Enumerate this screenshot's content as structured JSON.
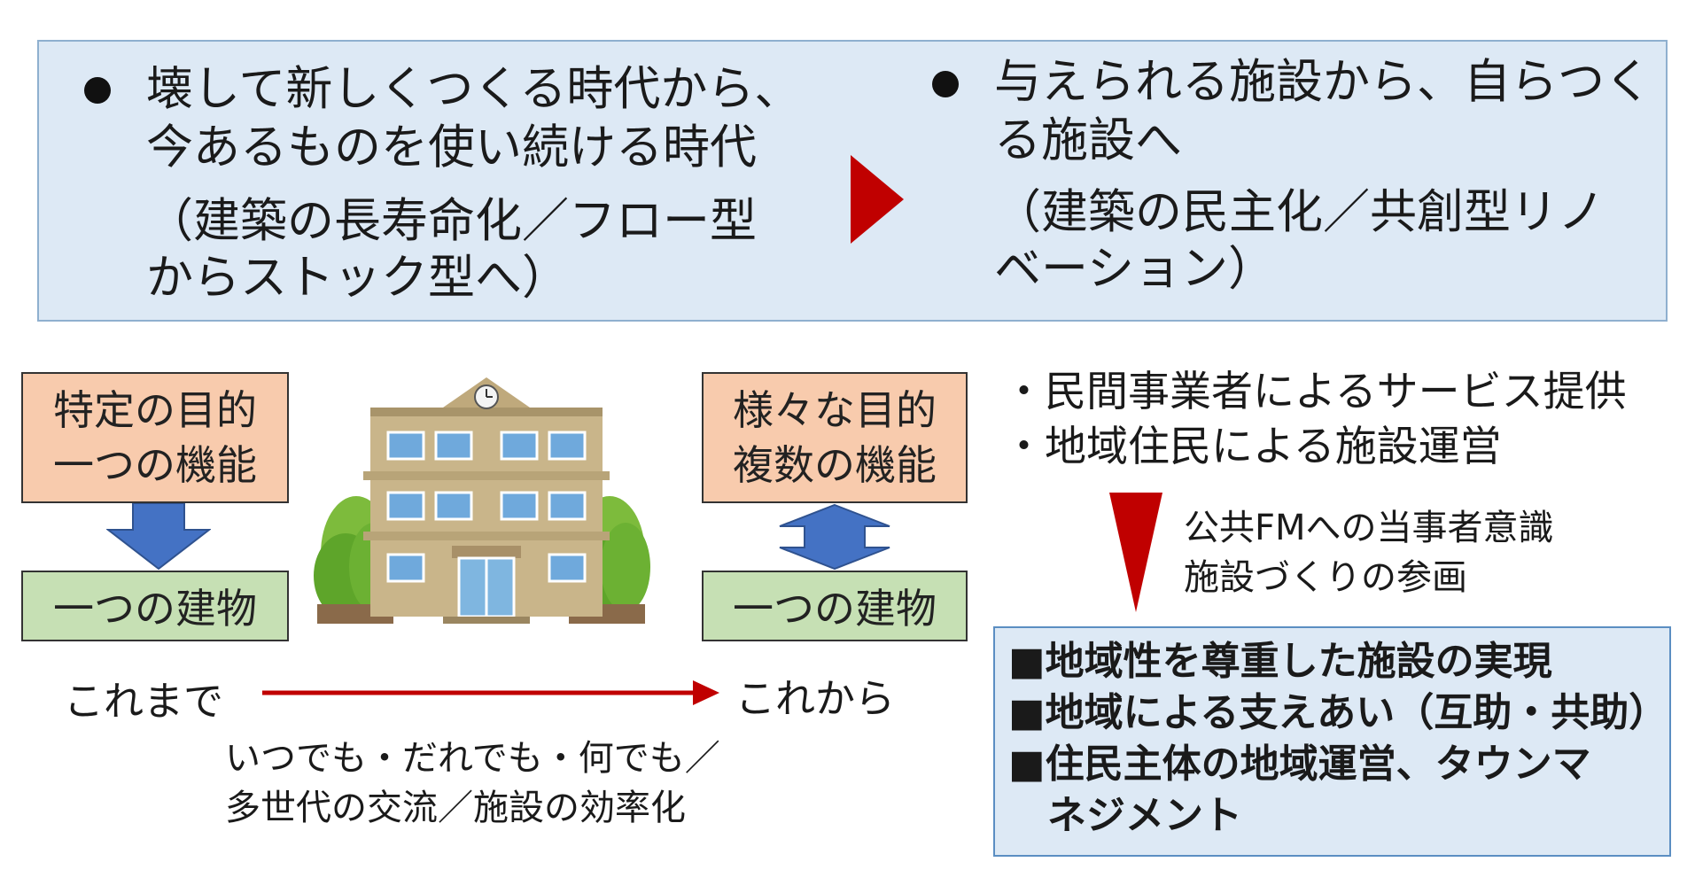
{
  "top": {
    "left": {
      "lines": [
        "壊して新しくつくる時代から、",
        "今あるものを使い続ける時代"
      ],
      "paren": [
        "（建築の長寿命化／フロー型",
        "からストック型へ）"
      ]
    },
    "right": {
      "lines": [
        "与えられる施設から、自らつく",
        "る施設へ"
      ],
      "paren": [
        "（建築の民主化／共創型リノ",
        "ベーション）"
      ]
    }
  },
  "before": {
    "purpose": [
      "特定の目的",
      "一つの機能"
    ],
    "building": "一つの建物",
    "label": "これまで"
  },
  "after": {
    "purpose": [
      "様々な目的",
      "複数の機能"
    ],
    "building": "一つの建物",
    "label": "これから"
  },
  "bottom_caption": [
    "いつでも・だれでも・何でも／",
    "多世代の交流／施設の効率化"
  ],
  "right_bullets": [
    "・民間事業者によるサービス提供",
    "・地域住民による施設運営"
  ],
  "arrow_note": [
    "公共FMへの当事者意識",
    "施設づくりの参画"
  ],
  "results": [
    "■地域性を尊重した施設の実現",
    "■地域による支えあい（互助・共助）",
    "■住民主体の地域運営、タウンマ",
    "　ネジメント"
  ],
  "colors": {
    "banner": "#dde9f5",
    "peach": "#f8cbad",
    "green": "#c6e0b4",
    "blue_arrow": "#4472c4",
    "red_arrow": "#c00000"
  },
  "icons": [
    "school-building-icon",
    "clock-icon",
    "tree-icon"
  ]
}
